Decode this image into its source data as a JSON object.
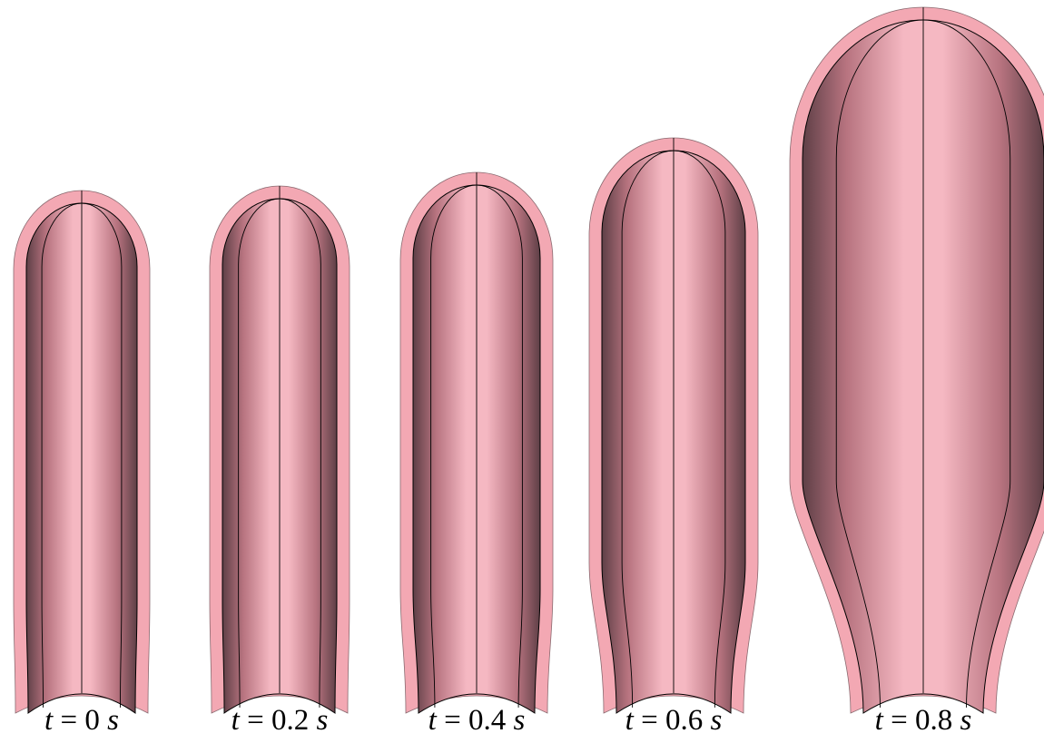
{
  "panels": [
    {
      "time_value": "0",
      "unit": "s"
    },
    {
      "time_value": "0.2",
      "unit": "s"
    },
    {
      "time_value": "0.4",
      "unit": "s"
    },
    {
      "time_value": "0.6",
      "unit": "s"
    },
    {
      "time_value": "0.8",
      "unit": "s"
    }
  ],
  "caption_variable": "t",
  "caption_equals": " = ",
  "colors": {
    "wall": "#f3a8b3",
    "inner_light": "#f5b8c2",
    "inner_mid": "#b7737f",
    "inner_dark": "#5e3f46",
    "line": "#000000",
    "background": "#ffffff"
  }
}
